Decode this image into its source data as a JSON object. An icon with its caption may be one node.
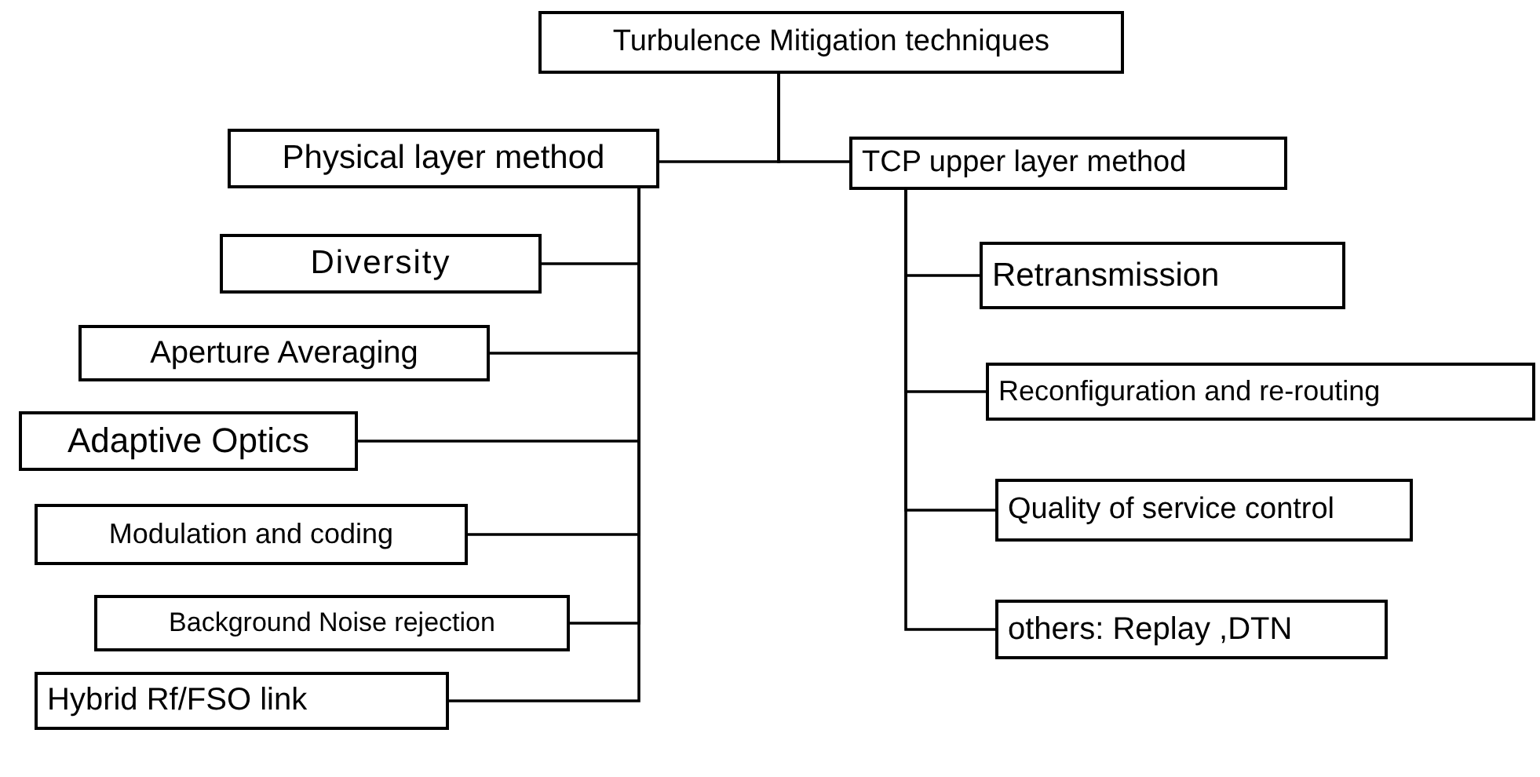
{
  "diagram": {
    "nodes": [
      {
        "text": [
          "Turbulence Mitigation techniques"
        ]
      },
      {
        "text": [
          "Physical layer method"
        ]
      },
      {
        "text": [
          "TCP upper layer method"
        ]
      },
      {
        "text": [
          "Diversity"
        ]
      },
      {
        "text": [
          "Aperture Averaging"
        ]
      },
      {
        "text": [
          "Adaptive Optics"
        ]
      },
      {
        "text": [
          "Modulation and coding"
        ]
      },
      {
        "text": [
          "Background Noise rejection"
        ]
      },
      {
        "text": [
          "Hybrid Rf/FSO link"
        ]
      },
      {
        "text": [
          "Retransmission"
        ]
      },
      {
        "text": [
          "Reconfiguration and re-routing"
        ]
      },
      {
        "text": [
          "Quality of service control"
        ]
      },
      {
        "text": [
          "others: Replay ,DTN"
        ]
      }
    ],
    "edges": [
      {
        "from": 0,
        "to": 1,
        "arrow": "none"
      },
      {
        "from": 0,
        "to": 2,
        "arrow": "none"
      },
      {
        "from": 1,
        "to": 3,
        "arrow": "none"
      },
      {
        "from": 1,
        "to": 4,
        "arrow": "none"
      },
      {
        "from": 1,
        "to": 5,
        "arrow": "none"
      },
      {
        "from": 1,
        "to": 6,
        "arrow": "none"
      },
      {
        "from": 1,
        "to": 7,
        "arrow": "none"
      },
      {
        "from": 1,
        "to": 8,
        "arrow": "none"
      },
      {
        "from": 2,
        "to": 9,
        "arrow": "none"
      },
      {
        "from": 2,
        "to": 10,
        "arrow": "none"
      },
      {
        "from": 2,
        "to": 11,
        "arrow": "none"
      },
      {
        "from": 2,
        "to": 12,
        "arrow": "none"
      }
    ]
  }
}
